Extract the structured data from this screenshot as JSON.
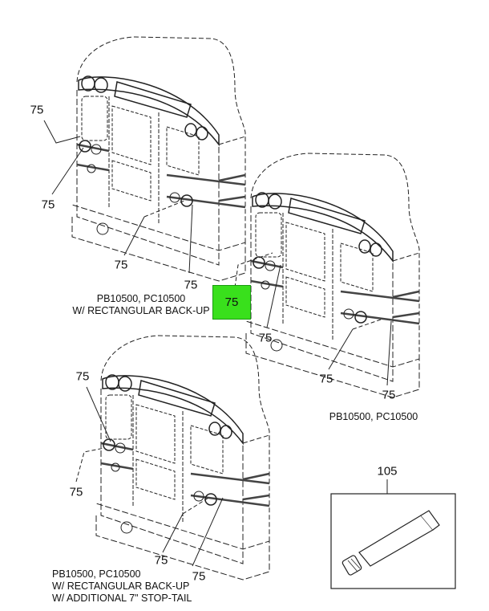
{
  "diagram": {
    "callouts": {
      "view1": [
        "75",
        "75",
        "75",
        "75"
      ],
      "view2": [
        "75",
        "75",
        "75",
        "75"
      ],
      "view3": [
        "75",
        "75",
        "75",
        "75"
      ],
      "kit": "105"
    },
    "highlighted_callout": "75",
    "captions": {
      "view1": [
        "PB10500, PC10500",
        "W/ RECTANGULAR BACK-UP"
      ],
      "view2": [
        "PB10500, PC10500"
      ],
      "view3": [
        "PB10500, PC10500",
        "W/ RECTANGULAR BACK-UP",
        "W/ ADDITIONAL 7\" STOP-TAIL"
      ]
    },
    "highlight_color": "#39e01c"
  }
}
